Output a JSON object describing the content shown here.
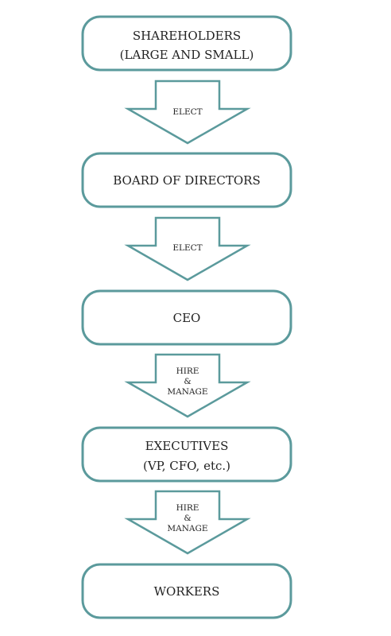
{
  "nodes": [
    {
      "id": "shareholders",
      "lines": [
        "SHAREHOLDERS",
        "(LARGE AND SMALL)"
      ]
    },
    {
      "id": "board",
      "lines": [
        "BOARD OF DIRECTORS"
      ]
    },
    {
      "id": "ceo",
      "lines": [
        "CEO"
      ]
    },
    {
      "id": "executives",
      "lines": [
        "EXECUTIVES",
        "(VP, CFO, etc.)"
      ]
    },
    {
      "id": "workers",
      "lines": [
        "WORKERS"
      ]
    }
  ],
  "edges": [
    {
      "from": "shareholders",
      "to": "board",
      "lines": [
        "ELECT"
      ]
    },
    {
      "from": "board",
      "to": "ceo",
      "lines": [
        "ELECT"
      ]
    },
    {
      "from": "ceo",
      "to": "executives",
      "lines": [
        "HIRE",
        "&",
        "MANAGE"
      ]
    },
    {
      "from": "executives",
      "to": "workers",
      "lines": [
        "HIRE",
        "&",
        "MANAGE"
      ]
    }
  ],
  "colors": {
    "outline": "#5b9a9c",
    "text": "#222222",
    "background": "#ffffff"
  }
}
